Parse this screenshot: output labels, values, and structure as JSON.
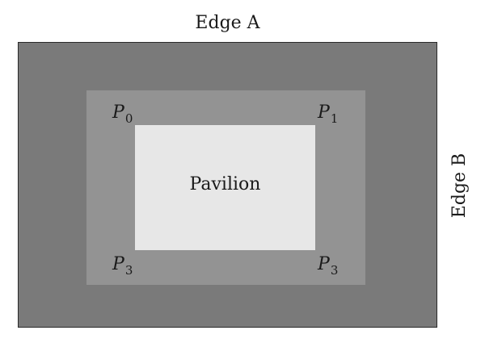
{
  "labels": {
    "edge_a": "Edge A",
    "edge_b": "Edge B",
    "pavilion": "Pavilion"
  },
  "points": [
    {
      "letter": "P",
      "sub": "0"
    },
    {
      "letter": "P",
      "sub": "1"
    },
    {
      "letter": "P",
      "sub": "3"
    },
    {
      "letter": "P",
      "sub": "3"
    }
  ],
  "colors": {
    "outer_region": "#7a7a7a",
    "inner_region": "#939393",
    "pavilion": "#e7e7e7",
    "border": "#2a2a2a"
  }
}
